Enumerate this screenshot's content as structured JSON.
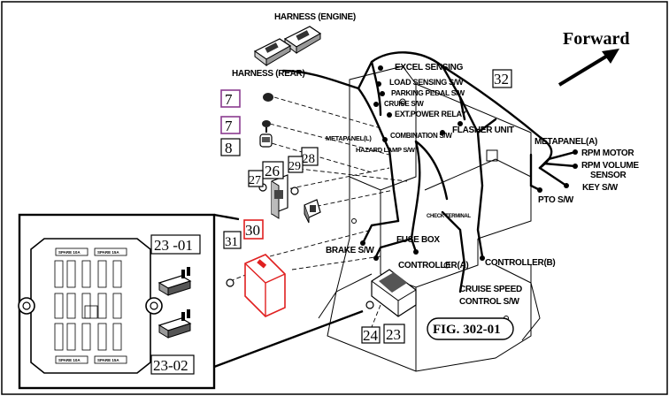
{
  "labels": {
    "harness_engine": "HARNESS (ENGINE)",
    "harness_rear": "HARNESS (REAR)",
    "excel_sensing": "EXCEL SENSING",
    "load_sensing": "LOAD SENSING S/W",
    "parking_pedal": "PARKING PEDAL S/W",
    "cruise_sw": "CRUISE S/W",
    "ext_power_relay": "EXT.POWER RELAY",
    "combination_sw": "COMBINATION S/W",
    "flasher_unit": "FLASHER UNIT",
    "metapanel_l": "METAPANEL(L)",
    "hazard_lamp": "HAZARD LAMP S/W",
    "metapanel_a": "METAPANEL(A)",
    "rpm_motor": "RPM MOTOR",
    "rpm_volume": "RPM VOLUME",
    "sensor": "SENSOR",
    "key_sw": "KEY S/W",
    "pto_sw": "PTO S/W",
    "check_terminal": "CHECK TERMINAL",
    "fuse_box": "FUSE BOX",
    "brake_sw": "BRAKE S/W",
    "controller_a": "CONTROLLER(A)",
    "controller_b": "CONTROLLER(B)",
    "cruise_speed": "CRUISE SPEED",
    "control_sw": "CONTROL S/W"
  },
  "callouts": {
    "c7a": "7",
    "c7b": "7",
    "c8": "8",
    "c26": "26",
    "c27": "27",
    "c28": "28",
    "c29": "29",
    "c30": "30",
    "c31": "31",
    "c32": "32",
    "c23_01": "23 -01",
    "c23_02": "23-02",
    "c24": "24",
    "c23": "23"
  },
  "forward": "Forward",
  "figure": "FIG. 302-01",
  "fuse_panel": {
    "top_left": "SPARE 10A",
    "top_right": "SPARE 15A",
    "bottom_left": "SPARE 10A",
    "bottom_right": "SPARE 15A"
  },
  "colors": {
    "purple": "#8a3b8f",
    "red": "#e02020",
    "ink": "#000000"
  }
}
